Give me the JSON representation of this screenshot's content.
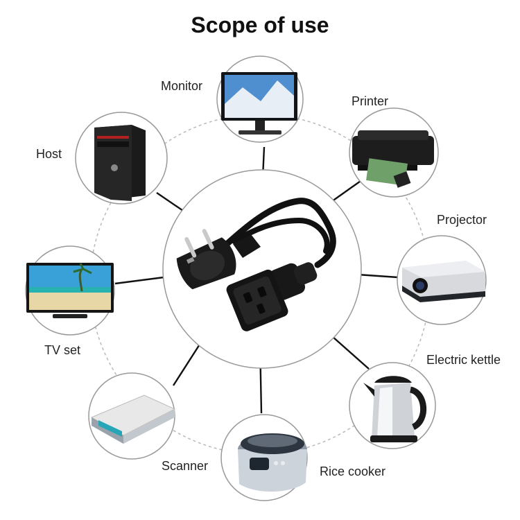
{
  "title": "Scope of use",
  "center": {
    "icon": "power-cord-icon"
  },
  "devices": [
    {
      "key": "monitor",
      "label": "Monitor",
      "icon": "monitor-icon"
    },
    {
      "key": "printer",
      "label": "Printer",
      "icon": "printer-icon"
    },
    {
      "key": "projector",
      "label": "Projector",
      "icon": "projector-icon"
    },
    {
      "key": "electric-kettle",
      "label": "Electric kettle",
      "icon": "kettle-icon"
    },
    {
      "key": "rice-cooker",
      "label": "Rice cooker",
      "icon": "rice-cooker-icon"
    },
    {
      "key": "scanner",
      "label": "Scanner",
      "icon": "scanner-icon"
    },
    {
      "key": "tv-set",
      "label": "TV set",
      "icon": "tv-icon"
    },
    {
      "key": "host",
      "label": "Host",
      "icon": "pc-tower-icon"
    }
  ]
}
